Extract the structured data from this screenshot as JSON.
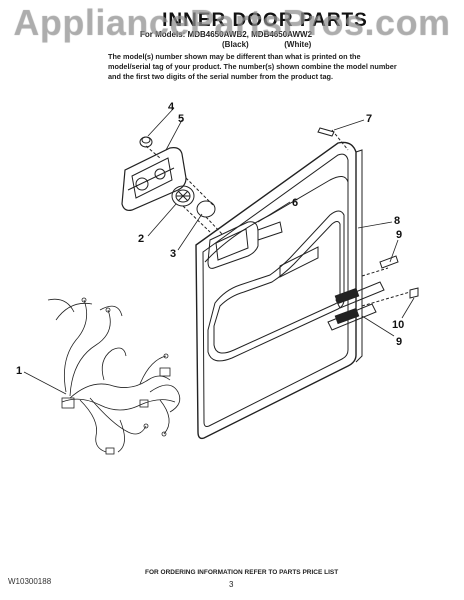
{
  "watermark": "AppliancePartsPros.com",
  "header": {
    "title": "INNER DOOR PARTS",
    "models_line": "For Models: MDB4650AWB2, MDB4650AWW2",
    "variants": [
      "(Black)",
      "(White)"
    ],
    "note": "The model(s) number shown may be different than what is printed on the model/serial tag of your product. The number(s) shown combine the model number and the first two digits of the serial number from the product tag."
  },
  "callouts": {
    "c1": "1",
    "c2": "2",
    "c3": "3",
    "c4": "4",
    "c5": "5",
    "c6": "6",
    "c7": "7",
    "c8": "8",
    "c9a": "9",
    "c9b": "9",
    "c10": "10"
  },
  "footer": {
    "doc_number": "W10300188",
    "ordering_info": "FOR ORDERING INFORMATION REFER TO PARTS PRICE LIST",
    "page_number": "3"
  }
}
